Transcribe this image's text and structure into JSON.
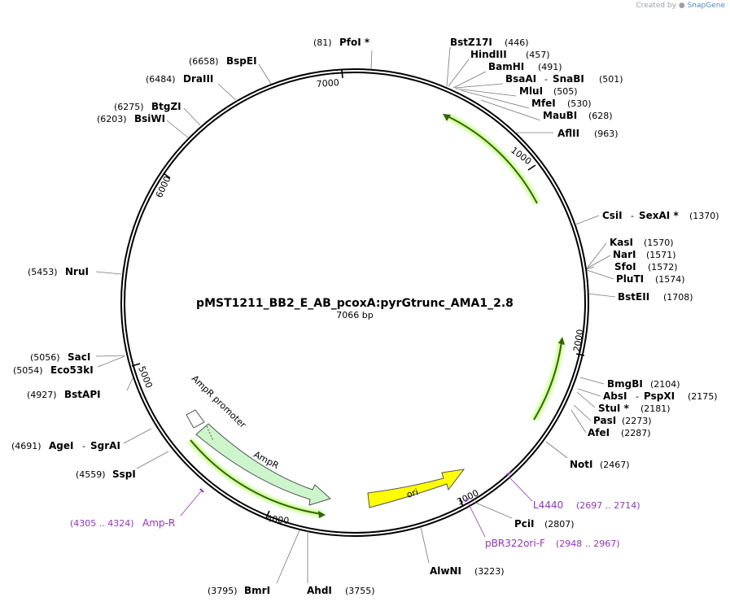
{
  "header": {
    "created_by": "Created by",
    "brand": "SnapGene"
  },
  "plasmid": {
    "name": "pMST1211_BB2_E_AB_pcoxA:pyrGtrunc_AMA1_2.8",
    "length": "7066 bp"
  },
  "ticks": [
    "1000",
    "2000",
    "3000",
    "4000",
    "5000",
    "6000",
    "7000"
  ],
  "enzymes": [
    {
      "name": "PfoI *",
      "pos": "(81)"
    },
    {
      "name": "BstZ17I",
      "pos": "(446)"
    },
    {
      "name": "HindIII",
      "pos": "(457)"
    },
    {
      "name": "BamHI",
      "pos": "(491)"
    },
    {
      "name": "BsaAI",
      "name2": "SnaBI",
      "pos": "(501)"
    },
    {
      "name": "MluI",
      "pos": "(505)"
    },
    {
      "name": "MfeI",
      "pos": "(530)"
    },
    {
      "name": "MauBI",
      "pos": "(628)"
    },
    {
      "name": "AflII",
      "pos": "(963)"
    },
    {
      "name": "CsiI",
      "name2": "SexAI *",
      "pos": "(1370)"
    },
    {
      "name": "KasI",
      "pos": "(1570)"
    },
    {
      "name": "NarI",
      "pos": "(1571)"
    },
    {
      "name": "SfoI",
      "pos": "(1572)"
    },
    {
      "name": "PluTI",
      "pos": "(1574)"
    },
    {
      "name": "BstEII",
      "pos": "(1708)"
    },
    {
      "name": "BmgBI",
      "pos": "(2104)"
    },
    {
      "name": "AbsI",
      "name2": "PspXI",
      "pos": "(2175)"
    },
    {
      "name": "StuI *",
      "pos": "(2181)"
    },
    {
      "name": "PasI",
      "pos": "(2273)"
    },
    {
      "name": "AfeI",
      "pos": "(2287)"
    },
    {
      "name": "NotI",
      "pos": "(2467)"
    },
    {
      "name": "PciI",
      "pos": "(2807)"
    },
    {
      "name": "AlwNI",
      "pos": "(3223)"
    },
    {
      "name": "AhdI",
      "pos": "(3755)"
    },
    {
      "name": "BmrI",
      "pos": "(3795)"
    },
    {
      "name": "SspI",
      "pos": "(4559)"
    },
    {
      "name": "AgeI",
      "name2": "SgrAI",
      "pos": "(4691)"
    },
    {
      "name": "BstAPI",
      "pos": "(4927)"
    },
    {
      "name": "Eco53kI",
      "pos": "(5054)"
    },
    {
      "name": "SacI",
      "pos": "(5056)"
    },
    {
      "name": "NruI",
      "pos": "(5453)"
    },
    {
      "name": "BsiWI",
      "pos": "(6203)"
    },
    {
      "name": "BtgZI",
      "pos": "(6275)"
    },
    {
      "name": "DraIII",
      "pos": "(6484)"
    },
    {
      "name": "BspEI",
      "pos": "(6658)"
    }
  ],
  "primers": [
    {
      "name": "L4440",
      "range": "(2697 .. 2714)"
    },
    {
      "name": "pBR322ori-F",
      "range": "(2948 .. 2967)"
    },
    {
      "name": "Amp-R",
      "range": "(4305 .. 4324)"
    }
  ],
  "features": [
    {
      "name": "AmpR promoter",
      "type": "promoter",
      "color": "#ccf5cc"
    },
    {
      "name": "AmpR",
      "type": "CDS",
      "color": "#ccf5cc"
    },
    {
      "name": "ori",
      "type": "rep_origin",
      "color": "#ffff00"
    }
  ],
  "colors": {
    "primer": "#9b30d0",
    "primer_bind_glow": "#ccff99",
    "primer_bind_line": "#336600",
    "backbone": "#000000"
  }
}
